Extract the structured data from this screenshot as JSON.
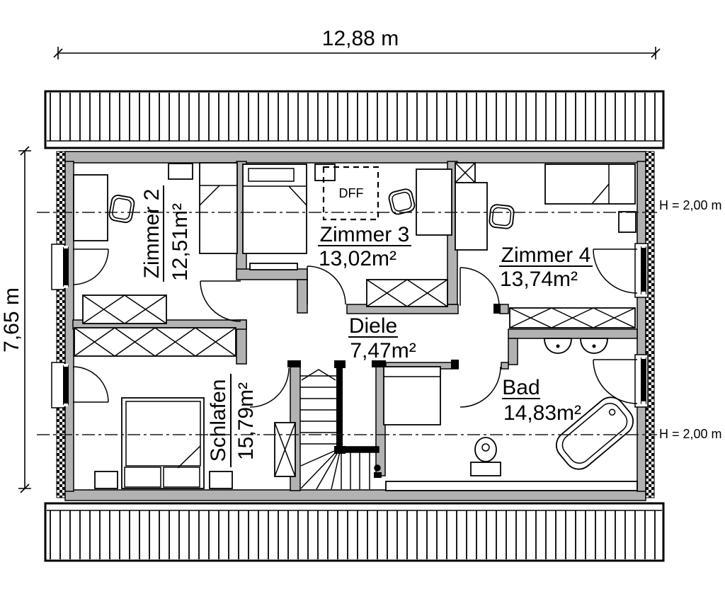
{
  "drawing": {
    "type": "floor-plan",
    "dimensions": {
      "width_label": "12,88 m",
      "height_label": "7,65 m"
    },
    "rooms": [
      {
        "name": "Zimmer 2",
        "area": "12,51m²"
      },
      {
        "name": "Zimmer 3",
        "area": "13,02m²"
      },
      {
        "name": "Zimmer 4",
        "area": "13,74m²"
      },
      {
        "name": "Diele",
        "area": "7,47m²"
      },
      {
        "name": "Schlafen",
        "area": "15,79m²"
      },
      {
        "name": "Bad",
        "area": "14,83m²"
      }
    ],
    "annotations": {
      "roof_window": "DFF",
      "height_top": "H = 2,00 m",
      "height_bottom": "H = 2,00 m"
    },
    "colors": {
      "wall_fill": "#b2b2b2",
      "line": "#000000",
      "background": "#ffffff"
    }
  }
}
